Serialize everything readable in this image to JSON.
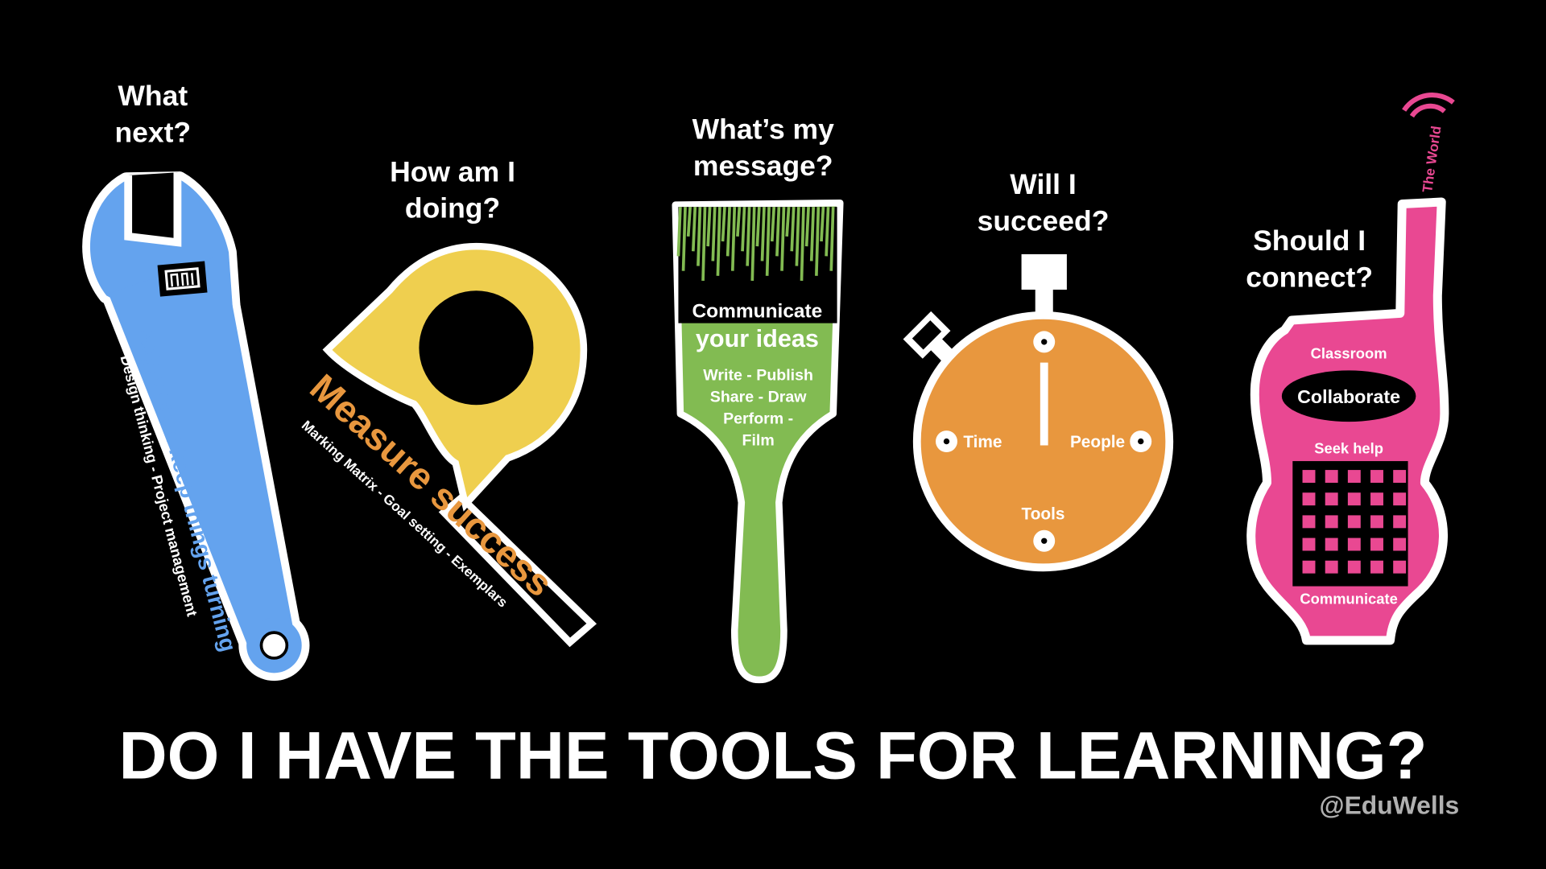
{
  "title": "DO I HAVE THE TOOLS FOR LEARNING?",
  "credit": "@EduWells",
  "colors": {
    "background": "#000000",
    "wrench": "#64a3ee",
    "tape": "#efcf4f",
    "brush": "#82bb52",
    "stopwatch": "#e8973e",
    "radio": "#e94892",
    "credit": "#b0b0b0"
  },
  "tools": {
    "wrench": {
      "icon": "wrench-icon",
      "question_line1": "What",
      "question_line2": "next?",
      "caption": "Adjust and keep things turning",
      "subcaption": "Design thinking - Project management"
    },
    "tape": {
      "icon": "tape-measure-icon",
      "question_line1": "How am I",
      "question_line2": "doing?",
      "caption": "Measure success",
      "subcaption": "Marking Matrix - Goal setting - Exemplars"
    },
    "brush": {
      "icon": "paintbrush-icon",
      "question_line1": "What’s my",
      "question_line2": "message?",
      "band": "Communicate",
      "caption": "your ideas",
      "lines": [
        "Write - Publish",
        "Share - Draw",
        "Perform -",
        "Film"
      ]
    },
    "stopwatch": {
      "icon": "stopwatch-icon",
      "question_line1": "Will I",
      "question_line2": "succeed?",
      "left": "Time",
      "right": "People",
      "bottom": "Tools"
    },
    "radio": {
      "icon": "walkie-talkie-icon",
      "question_line1": "Should I",
      "question_line2": "connect?",
      "antenna": "The World",
      "top": "Classroom",
      "oval": "Collaborate",
      "middle": "Seek help",
      "bottom": "Communicate"
    }
  }
}
